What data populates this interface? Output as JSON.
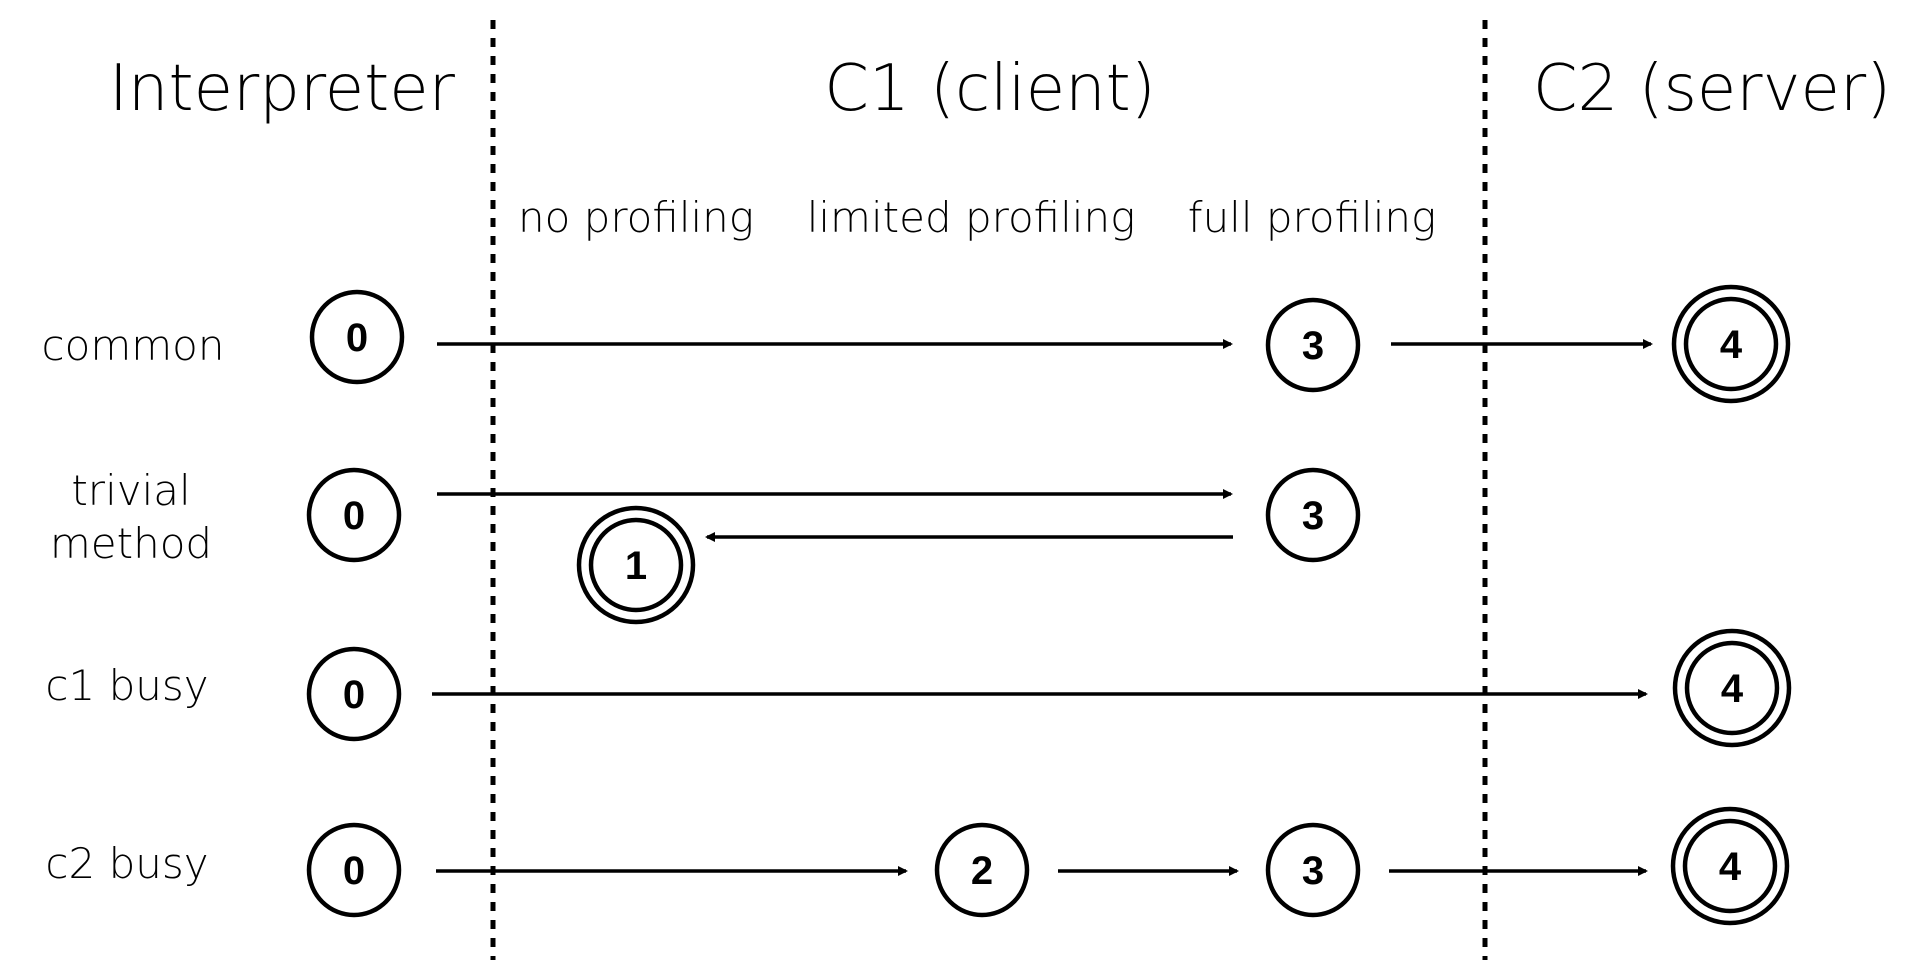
{
  "columns": {
    "interpreter": "Interpreter",
    "c1": "C1 (client)",
    "c2": "C2 (server)"
  },
  "subcolumns": {
    "no_profiling": "no profiling",
    "limited_profiling": "limited profiling",
    "full_profiling": "full profiling"
  },
  "rows": {
    "common": {
      "label": "common",
      "states": [
        "0",
        "3",
        "4"
      ]
    },
    "trivial": {
      "label_line1": "trivial",
      "label_line2": "method",
      "states": [
        "0",
        "3",
        "1"
      ]
    },
    "c1busy": {
      "label": "c1 busy",
      "states": [
        "0",
        "4"
      ]
    },
    "c2busy": {
      "label": "c2 busy",
      "states": [
        "0",
        "2",
        "3",
        "4"
      ]
    }
  }
}
